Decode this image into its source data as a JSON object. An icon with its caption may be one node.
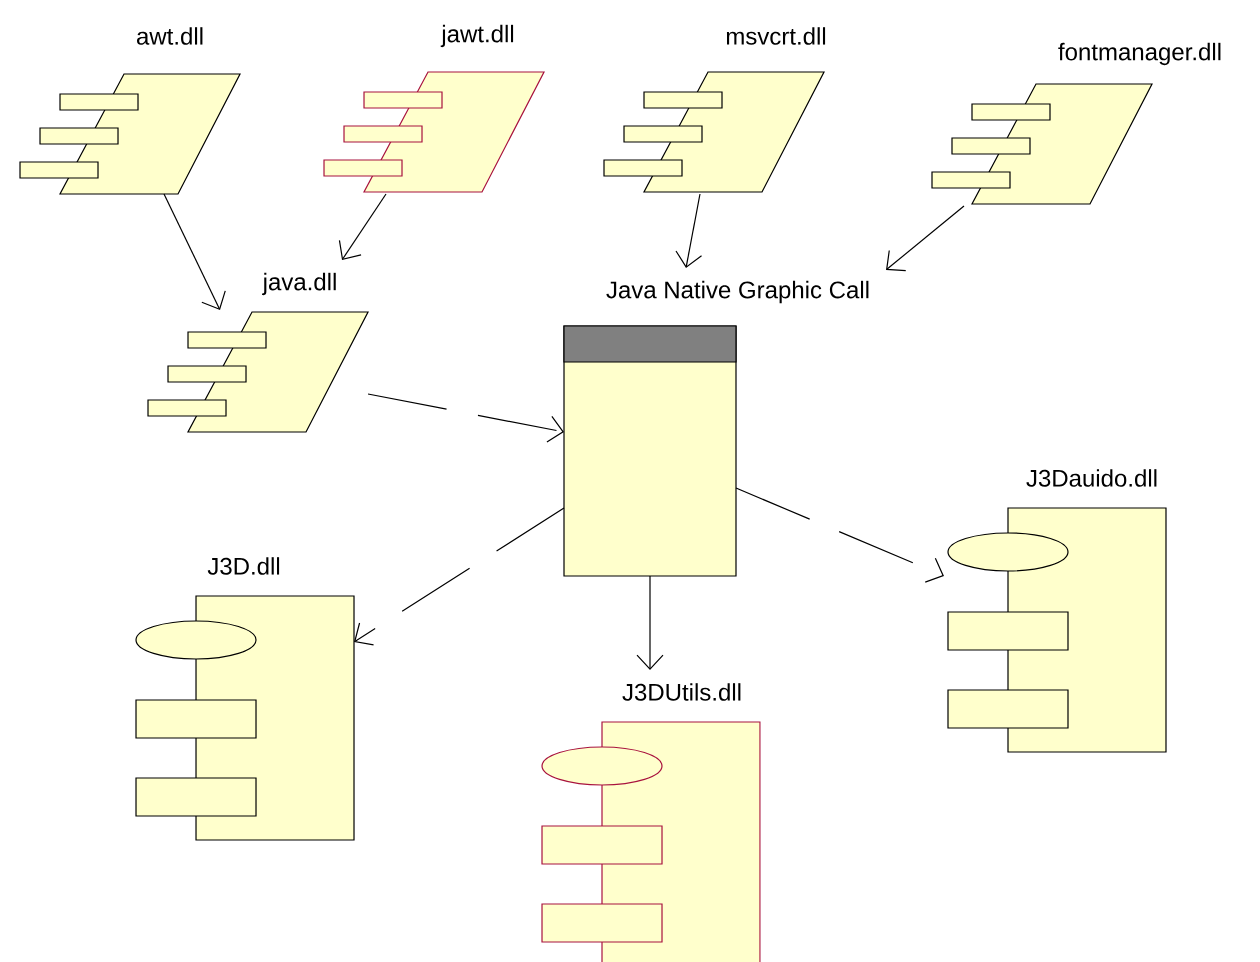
{
  "diagram": {
    "nodes": [
      {
        "text": [
          "awt.dll"
        ]
      },
      {
        "text": [
          "jawt.dll"
        ]
      },
      {
        "text": [
          "msvcrt.dll"
        ]
      },
      {
        "text": [
          "fontmanager.dll"
        ]
      },
      {
        "text": [
          "java.dll"
        ]
      },
      {
        "text": [
          "Java Native Graphic Call"
        ]
      },
      {
        "text": [
          "J3D.dll"
        ]
      },
      {
        "text": [
          "J3DUtils.dll"
        ]
      },
      {
        "text": [
          "J3Dauido.dll"
        ]
      }
    ],
    "edges": [
      {
        "from": 0,
        "to": 4,
        "arrow": "to"
      },
      {
        "from": 1,
        "to": 4,
        "arrow": "to"
      },
      {
        "from": 2,
        "to": 5,
        "arrow": "to"
      },
      {
        "from": 3,
        "to": 5,
        "arrow": "to"
      },
      {
        "from": 4,
        "to": 5,
        "arrow": "to",
        "style": "dashed"
      },
      {
        "from": 5,
        "to": 6,
        "arrow": "to",
        "style": "dashed"
      },
      {
        "from": 5,
        "to": 7,
        "arrow": "to"
      },
      {
        "from": 5,
        "to": 8,
        "arrow": "to",
        "style": "dashed"
      }
    ]
  }
}
